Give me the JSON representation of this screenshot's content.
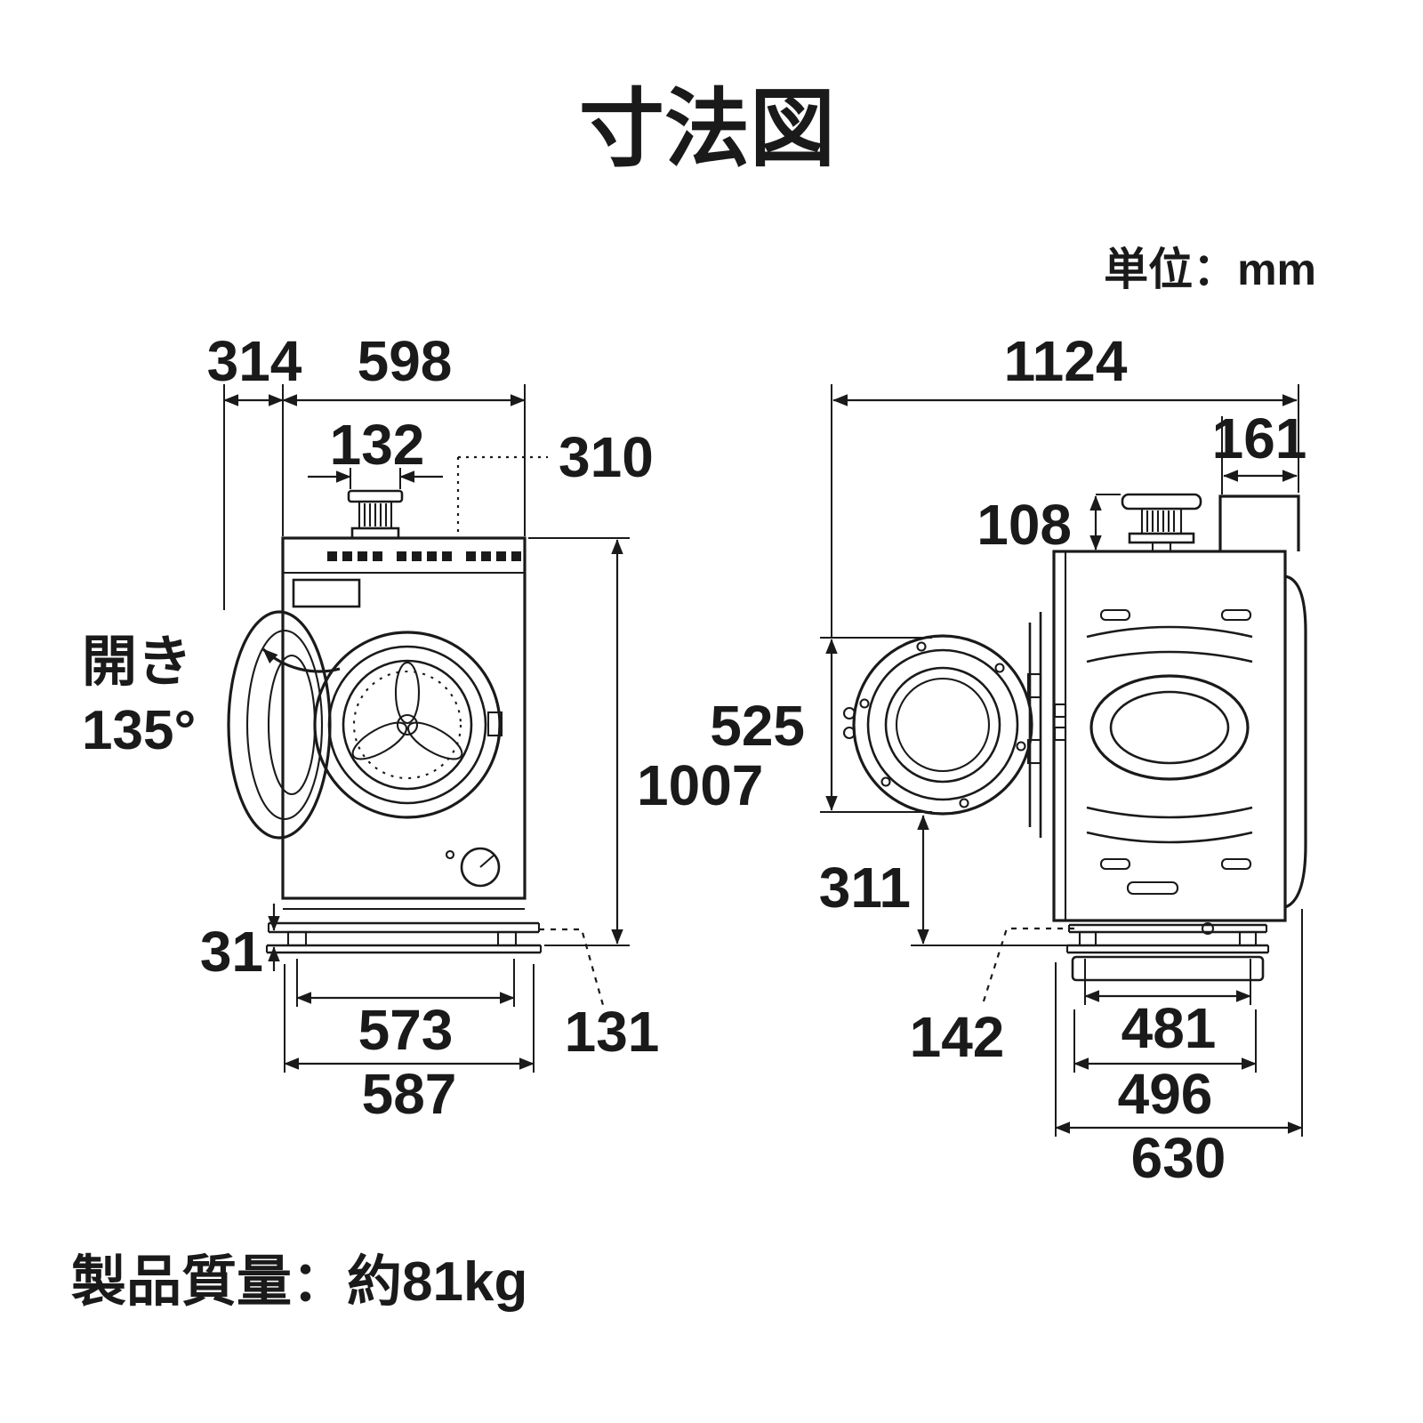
{
  "title": "寸法図",
  "unit_label": "単位：mm",
  "weight_label": "製品質量：約81kg",
  "front_view": {
    "door_swing_depth": "314",
    "body_width": "598",
    "exhaust_width": "132",
    "exhaust_offset_right": "310",
    "door_open_word": "開き",
    "door_open_angle": "135°",
    "total_height": "1007",
    "foot_height": "31",
    "base_inner_width": "573",
    "base_leader": "131",
    "base_width": "587"
  },
  "side_view": {
    "total_depth": "1124",
    "top_rear_depth": "161",
    "exhaust_height": "108",
    "door_diameter": "525",
    "door_bottom_clearance": "311",
    "base_leader": "142",
    "base_inner_depth": "481",
    "base_depth": "496",
    "body_depth": "630"
  }
}
